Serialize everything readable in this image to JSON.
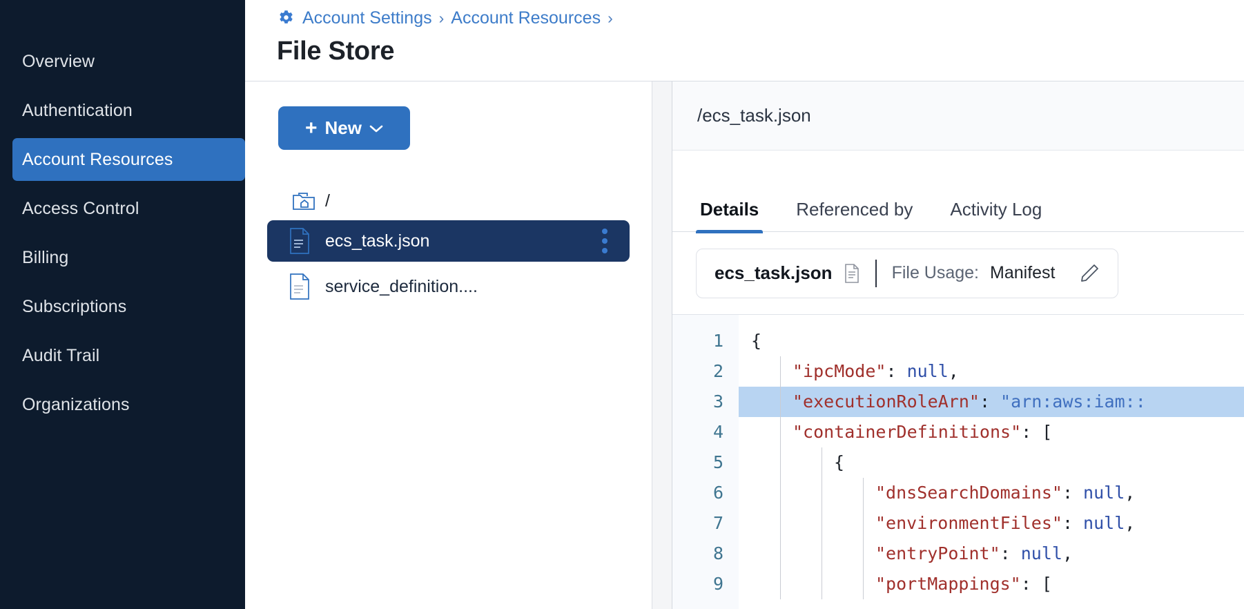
{
  "sidebar": {
    "items": [
      {
        "label": "Overview",
        "active": false
      },
      {
        "label": "Authentication",
        "active": false
      },
      {
        "label": "Account Resources",
        "active": true
      },
      {
        "label": "Access Control",
        "active": false
      },
      {
        "label": "Billing",
        "active": false
      },
      {
        "label": "Subscriptions",
        "active": false
      },
      {
        "label": "Audit Trail",
        "active": false
      },
      {
        "label": "Organizations",
        "active": false
      }
    ]
  },
  "header": {
    "gear_icon": "gear-icon",
    "breadcrumb": [
      {
        "label": "Account Settings"
      },
      {
        "label": "Account Resources"
      }
    ],
    "separator": "›",
    "trailing_separator": "›",
    "title": "File Store"
  },
  "tree_pane": {
    "new_button": {
      "plus": "+",
      "label": "New",
      "caret_icon": "chevron-down-icon"
    },
    "root": {
      "icon": "folder-home-icon",
      "label": "/"
    },
    "files": [
      {
        "name": "ecs_task.json",
        "icon": "file-json-icon",
        "selected": true,
        "menu_icon": "kebab-menu-icon"
      },
      {
        "name": "service_definition....",
        "icon": "file-text-icon",
        "selected": false
      }
    ]
  },
  "detail_pane": {
    "path": "/ecs_task.json",
    "tabs": [
      {
        "label": "Details",
        "active": true
      },
      {
        "label": "Referenced by",
        "active": false
      },
      {
        "label": "Activity Log",
        "active": false
      }
    ],
    "usage": {
      "file_name": "ecs_task.json",
      "file_icon": "document-icon",
      "label": "File Usage:",
      "value": "Manifest",
      "edit_icon": "pencil-icon"
    },
    "editor": {
      "line_numbers": [
        "1",
        "2",
        "3",
        "4",
        "5",
        "6",
        "7",
        "8",
        "9"
      ],
      "highlighted_line": 3,
      "lines": [
        {
          "n": 1,
          "indent": 0,
          "parts": [
            {
              "t": "punc",
              "v": "{"
            }
          ]
        },
        {
          "n": 2,
          "indent": 1,
          "parts": [
            {
              "t": "key",
              "v": "\"ipcMode\""
            },
            {
              "t": "punc",
              "v": ": "
            },
            {
              "t": "null",
              "v": "null"
            },
            {
              "t": "punc",
              "v": ","
            }
          ]
        },
        {
          "n": 3,
          "indent": 1,
          "parts": [
            {
              "t": "key",
              "v": "\"executionRoleArn\""
            },
            {
              "t": "punc",
              "v": ": "
            },
            {
              "t": "str",
              "v": "\"arn:aws:iam::"
            }
          ]
        },
        {
          "n": 4,
          "indent": 1,
          "parts": [
            {
              "t": "key",
              "v": "\"containerDefinitions\""
            },
            {
              "t": "punc",
              "v": ": ["
            }
          ]
        },
        {
          "n": 5,
          "indent": 2,
          "parts": [
            {
              "t": "punc",
              "v": "{"
            }
          ]
        },
        {
          "n": 6,
          "indent": 3,
          "parts": [
            {
              "t": "key",
              "v": "\"dnsSearchDomains\""
            },
            {
              "t": "punc",
              "v": ": "
            },
            {
              "t": "null",
              "v": "null"
            },
            {
              "t": "punc",
              "v": ","
            }
          ]
        },
        {
          "n": 7,
          "indent": 3,
          "parts": [
            {
              "t": "key",
              "v": "\"environmentFiles\""
            },
            {
              "t": "punc",
              "v": ": "
            },
            {
              "t": "null",
              "v": "null"
            },
            {
              "t": "punc",
              "v": ","
            }
          ]
        },
        {
          "n": 8,
          "indent": 3,
          "parts": [
            {
              "t": "key",
              "v": "\"entryPoint\""
            },
            {
              "t": "punc",
              "v": ": "
            },
            {
              "t": "null",
              "v": "null"
            },
            {
              "t": "punc",
              "v": ","
            }
          ]
        },
        {
          "n": 9,
          "indent": 3,
          "parts": [
            {
              "t": "key",
              "v": "\"portMappings\""
            },
            {
              "t": "punc",
              "v": ": ["
            }
          ]
        }
      ]
    }
  },
  "colors": {
    "sidebar_bg": "#0d1b2d",
    "accent_blue": "#2f71bf",
    "selected_row": "#1b3663",
    "link_blue": "#3d7cc9",
    "code_key": "#a0302c",
    "code_null": "#2f4fa8",
    "code_string": "#3f6fbf",
    "line_highlight": "#b8d4f2",
    "line_number": "#3f7590"
  }
}
